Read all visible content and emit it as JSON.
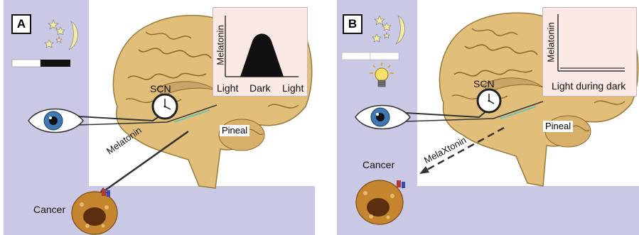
{
  "panels": [
    {
      "id": "A",
      "scn_label": "SCN",
      "pineal_label": "Pineal",
      "melatonin_arrow_label": "Melatonin",
      "cancer_label": "Cancer",
      "inset": {
        "ylabel": "Melatonin",
        "xlabels": [
          "Light",
          "Dark",
          "Light"
        ]
      },
      "light_dark_bar": [
        "white",
        "black"
      ]
    },
    {
      "id": "B",
      "scn_label": "SCN",
      "pineal_label": "Pineal",
      "melatonin_arrow_label": "MelaXtonin",
      "cancer_label": "Cancer",
      "inset": {
        "ylabel": "Melatonin",
        "xlabel": "Light during dark"
      },
      "light_dark_bar": [
        "white",
        "white"
      ],
      "bulb_icon": "light-bulb-icon"
    }
  ],
  "colors": {
    "background_lavender": "#c9c9e6",
    "brain": "#e1bf7a",
    "brain_folds": "#8a6a30",
    "inset_bg": "#fbe9e6",
    "arrow": "#333333"
  }
}
